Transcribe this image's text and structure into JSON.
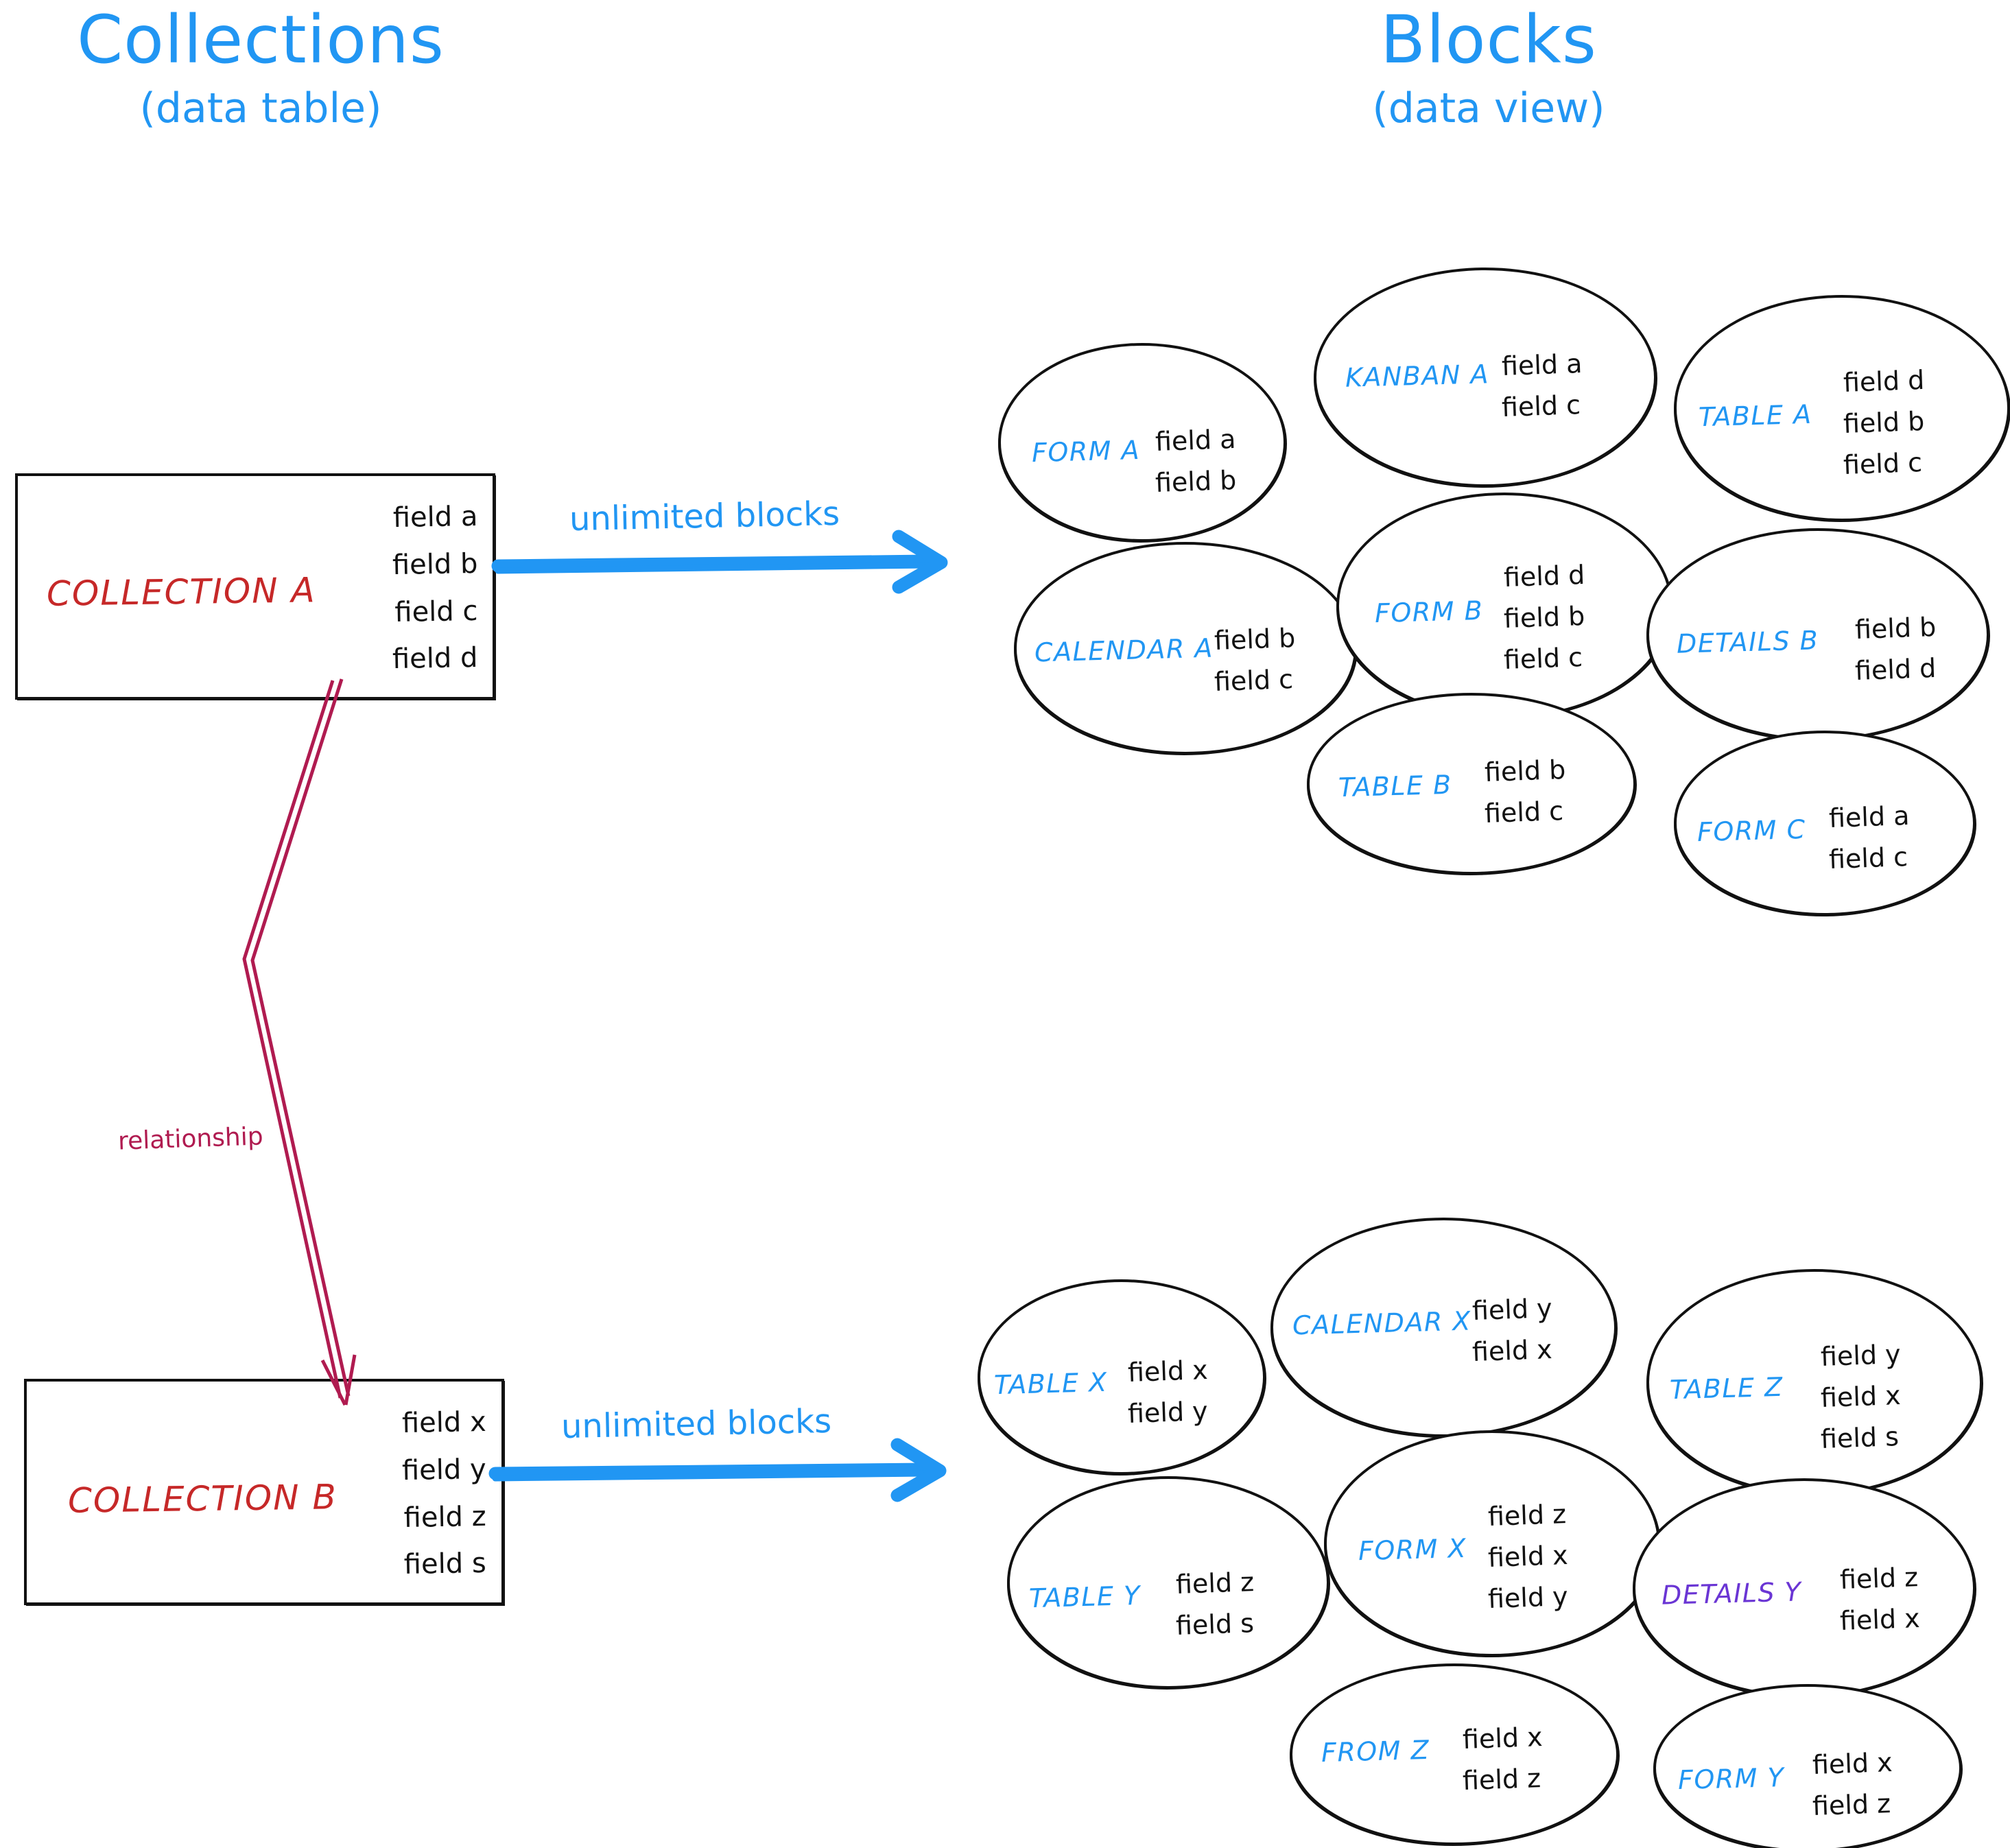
{
  "headings": {
    "left": {
      "title": "Collections",
      "subtitle": "(data table)"
    },
    "right": {
      "title": "Blocks",
      "subtitle": "(data view)"
    }
  },
  "colors": {
    "accent_blue": "#2196f3",
    "collection_red": "#c62828",
    "relationship_crimson": "#b01b50",
    "details_purple": "#6a35d4",
    "stroke_black": "#111111"
  },
  "collections": [
    {
      "name": "COLLECTION A",
      "fields": [
        "field a",
        "field b",
        "field c",
        "field d"
      ]
    },
    {
      "name": "COLLECTION B",
      "fields": [
        "field x",
        "field y",
        "field z",
        "field s"
      ]
    }
  ],
  "arrows": {
    "unlimited_top": "unlimited blocks",
    "unlimited_bottom": "unlimited blocks",
    "relationship": "relationship"
  },
  "block_groups": [
    {
      "source": "COLLECTION A",
      "blocks": [
        {
          "label": "FORM A",
          "fields": [
            "field a",
            "field b"
          ]
        },
        {
          "label": "KANBAN A",
          "fields": [
            "field a",
            "field c"
          ]
        },
        {
          "label": "TABLE A",
          "fields": [
            "field d",
            "field b",
            "field c"
          ]
        },
        {
          "label": "CALENDAR A",
          "fields": [
            "field b",
            "field c"
          ]
        },
        {
          "label": "FORM B",
          "fields": [
            "field d",
            "field b",
            "field c"
          ]
        },
        {
          "label": "DETAILS B",
          "fields": [
            "field b",
            "field d"
          ]
        },
        {
          "label": "TABLE B",
          "fields": [
            "field b",
            "field c"
          ]
        },
        {
          "label": "FORM C",
          "fields": [
            "field a",
            "field c"
          ]
        }
      ]
    },
    {
      "source": "COLLECTION B",
      "blocks": [
        {
          "label": "TABLE X",
          "fields": [
            "field x",
            "field y"
          ]
        },
        {
          "label": "CALENDAR X",
          "fields": [
            "field y",
            "field x"
          ]
        },
        {
          "label": "TABLE Z",
          "fields": [
            "field y",
            "field x",
            "field s"
          ]
        },
        {
          "label": "TABLE Y",
          "fields": [
            "field z",
            "field s"
          ]
        },
        {
          "label": "FORM X",
          "fields": [
            "field z",
            "field x",
            "field y"
          ]
        },
        {
          "label": "DETAILS Y",
          "fields": [
            "field z",
            "field x"
          ]
        },
        {
          "label": "FROM Z",
          "fields": [
            "field x",
            "field z"
          ]
        },
        {
          "label": "FORM Y",
          "fields": [
            "field x",
            "field z"
          ]
        }
      ]
    }
  ]
}
